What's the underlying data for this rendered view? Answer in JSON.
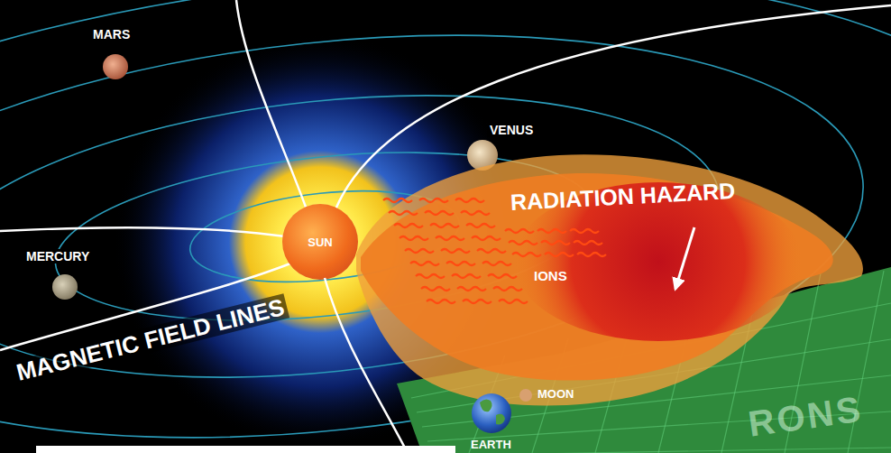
{
  "diagram": {
    "nodes": [
      {
        "text": [
          "SUN"
        ]
      },
      {
        "text": [
          "IONS"
        ]
      },
      {
        "text": [
          "RONS"
        ]
      }
    ],
    "labels": [
      "MARS",
      "VENUS",
      "MERCURY",
      "RADIATION HAZARD",
      "MAGNETIC FIELD LINES",
      "MOON",
      "EARTH"
    ]
  }
}
